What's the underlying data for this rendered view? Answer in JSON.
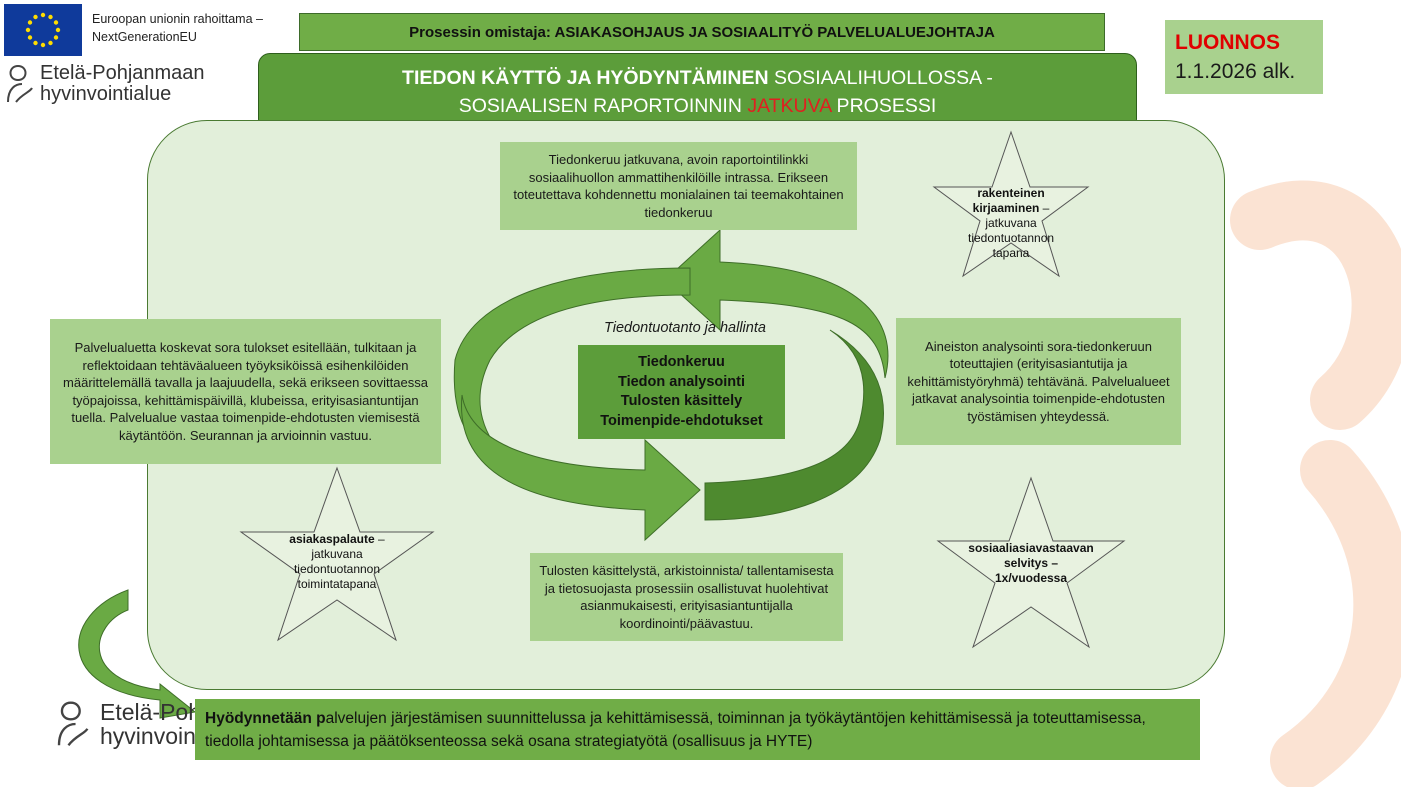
{
  "header": {
    "eu_funding_line1": "Euroopan unionin rahoittama –",
    "eu_funding_line2": "NextGenerationEU",
    "org_name_line1": "Etelä-Pohjanmaan",
    "org_name_line2": "hyvinvointialue",
    "owner": "Prosessin omistaja: ASIAKASOHJAUS JA SOSIAALITYÖ PALVELUALUEJOHTAJA",
    "title_bold": "TIEDON KÄYTTÖ JA HYÖDYNTÄMINEN",
    "title_rest": " SOSIAALIHUOLLOSSA -",
    "title_line2_a": "SOSIAALISEN RAPORTOINNIN ",
    "title_line2_red": "JATKUVA",
    "title_line2_b": " PROSESSI",
    "draft_label": "LUONNOS",
    "draft_date": "1.1.2026 alk."
  },
  "boxes": {
    "top": "Tiedonkeruu jatkuvana, avoin raportointilinkki sosiaalihuollon ammattihenkilöille intrassa. Erikseen toteutettava kohdennettu monialainen tai teemakohtainen tiedonkeruu",
    "left": "Palvelualuetta koskevat sora tulokset esitellään, tulkitaan ja reflektoidaan tehtäväalueen työyksiköissä esihenkilöiden määrittelemällä tavalla ja laajuudella, sekä erikseen sovittaessa työpajoissa, kehittämispäivillä, klubeissa, erityisasiantuntijan tuella. Palvelualue vastaa toimenpide-ehdotusten viemisestä käytäntöön. Seurannan ja arvioinnin vastuu.",
    "right": "Aineiston analysointi sora-tiedonkeruun toteuttajien (erityisasiantutija ja kehittämistyöryhmä) tehtävänä. Palvelualueet jatkavat analysointia toimenpide-ehdotusten työstämisen yhteydessä.",
    "bottom": "Tulosten käsittelystä, arkistoinnista/ tallentamisesta ja tietosuojasta prosessiin osallistuvat huolehtivat asianmukaisesti, erityisasiantuntijalla koordinointi/päävastuu."
  },
  "cycle": {
    "title": "Tiedontuotanto ja hallinta",
    "steps": [
      "Tiedonkeruu",
      "Tiedon analysointi",
      "Tulosten käsittely",
      "Toimenpide-ehdotukset"
    ]
  },
  "stars": {
    "top_right_bold": "rakenteinen kirjaaminen",
    "top_right_rest": " – jatkuvana tiedontuotannon tapana",
    "bottom_left_bold": "asiakaspalaute",
    "bottom_left_rest": " – jatkuvana tiedontuotannon toimintatapana",
    "bottom_right": "sosiaaliasiavastaavan selvitys – 1x/vuodessa"
  },
  "footer": {
    "bold_a": "Hyödynnetään p",
    "rest": "alvelujen järjestämisen suunnittelussa ja kehittämisessä, toiminnan ja työkäytäntöjen  kehittämisessä ja toteuttamisessa, tiedolla johtamisessa ja päätöksenteossa sekä osana strategiatyötä (osallisuus ja HYTE)"
  },
  "colors": {
    "panel_bg": "#e2efda",
    "light_green": "#a9d18e",
    "mid_green": "#70ad47",
    "dark_green": "#5c9d3a",
    "accent_red": "#e00000",
    "eu_blue": "#0f3a9b",
    "eu_yellow": "#ffdd00"
  }
}
